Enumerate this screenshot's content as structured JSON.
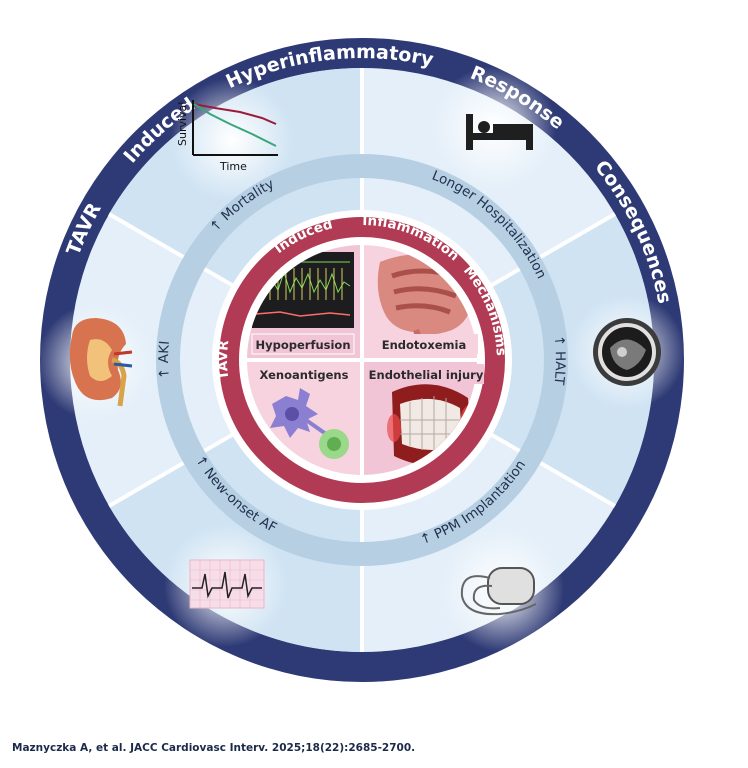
{
  "outer_ring": {
    "tavr": "TAVR",
    "induced": "Induced",
    "hyperinflammatory": "Hyperinflammatory",
    "response": "Response",
    "consequences": "Consequences"
  },
  "outcomes": {
    "mortality": "↑ Mortality",
    "longer_hospitalization": "Longer Hospitalization",
    "halt": "↑ HALT",
    "ppm_implantation": "↑ PPM Implantation",
    "new_onset_af": "↑ New-onset AF",
    "aki": "↑ AKI"
  },
  "survival_chart": {
    "ylabel": "Survival",
    "xlabel": "Time"
  },
  "inner_ring": {
    "tavr": "TAVR",
    "induced": "Induced",
    "inflammation": "Inflammation",
    "mechanisms": "Mechanisms"
  },
  "mechanisms": {
    "hypoperfusion": "Hypoperfusion",
    "endotoxemia": "Endotoxemia",
    "xenoantigens": "Xenoantigens",
    "endothelial_injury": "Endothelial injury"
  },
  "citation": "Maznyczka A, et al. JACC Cardiovasc Interv. 2025;18(22):2685-2700.",
  "colors": {
    "outer_ring": "#2e3a75",
    "light_blue_sector": "#cfe3f3",
    "mid_ring": "#b6cfe3",
    "inner_ring": "#b13b55",
    "pink_box": "#f2c5d6"
  }
}
